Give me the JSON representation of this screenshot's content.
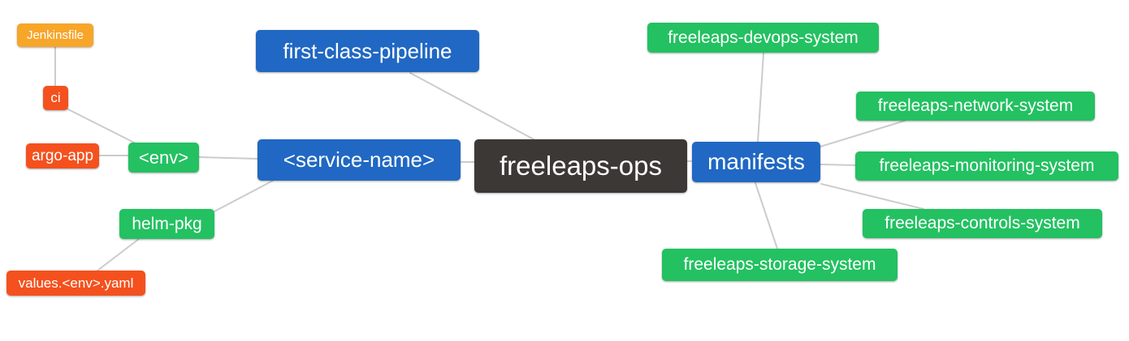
{
  "diagram": {
    "type": "mindmap",
    "root_label": "freeleaps-ops"
  },
  "palette": {
    "blue": "#2068c3",
    "green": "#23c161",
    "red": "#f4511e",
    "orange": "#f7a62a",
    "dark": "#3b3835",
    "link_line": "#cccccc",
    "node_text": "#ffffff",
    "background": "#ffffff"
  },
  "nodes": {
    "jenkinsfile": {
      "label": "Jenkinsfile",
      "color": "#f7a62a"
    },
    "ci": {
      "label": "ci",
      "color": "#f4511e"
    },
    "argo_app": {
      "label": "argo-app",
      "color": "#f4511e"
    },
    "env": {
      "label": "<env>",
      "color": "#23c161"
    },
    "first_class_pipeline": {
      "label": "first-class-pipeline",
      "color": "#2068c3"
    },
    "service_name": {
      "label": "<service-name>",
      "color": "#2068c3"
    },
    "freeleaps_ops": {
      "label": "freeleaps-ops",
      "color": "#3b3835"
    },
    "manifests": {
      "label": "manifests",
      "color": "#2068c3"
    },
    "helm_pkg": {
      "label": "helm-pkg",
      "color": "#23c161"
    },
    "values_env_yaml": {
      "label": "values.<env>.yaml",
      "color": "#f4511e"
    },
    "devops_system": {
      "label": "freeleaps-devops-system",
      "color": "#23c161"
    },
    "network_system": {
      "label": "freeleaps-network-system",
      "color": "#23c161"
    },
    "monitoring_system": {
      "label": "freeleaps-monitoring-system",
      "color": "#23c161"
    },
    "controls_system": {
      "label": "freeleaps-controls-system",
      "color": "#23c161"
    },
    "storage_system": {
      "label": "freeleaps-storage-system",
      "color": "#23c161"
    }
  },
  "edges": [
    {
      "from": "freeleaps-ops",
      "to": "first-class-pipeline"
    },
    {
      "from": "freeleaps-ops",
      "to": "<service-name>"
    },
    {
      "from": "freeleaps-ops",
      "to": "manifests"
    },
    {
      "from": "<service-name>",
      "to": "<env>"
    },
    {
      "from": "<service-name>",
      "to": "helm-pkg"
    },
    {
      "from": "<env>",
      "to": "ci"
    },
    {
      "from": "<env>",
      "to": "argo-app"
    },
    {
      "from": "ci",
      "to": "Jenkinsfile"
    },
    {
      "from": "helm-pkg",
      "to": "values.<env>.yaml"
    },
    {
      "from": "manifests",
      "to": "freeleaps-devops-system"
    },
    {
      "from": "manifests",
      "to": "freeleaps-network-system"
    },
    {
      "from": "manifests",
      "to": "freeleaps-monitoring-system"
    },
    {
      "from": "manifests",
      "to": "freeleaps-controls-system"
    },
    {
      "from": "manifests",
      "to": "freeleaps-storage-system"
    }
  ]
}
